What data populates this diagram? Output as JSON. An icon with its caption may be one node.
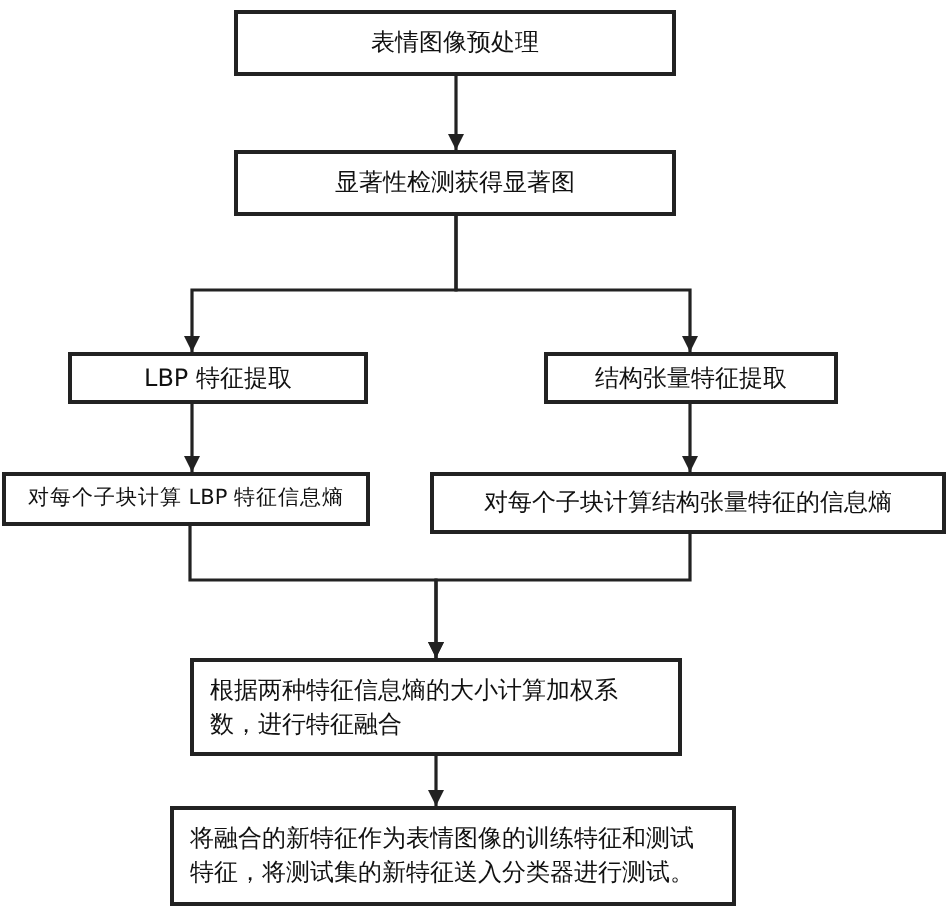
{
  "diagram": {
    "nodes": [
      {
        "text": [
          "表情图像预处理"
        ]
      },
      {
        "text": [
          "显著性检测获得显著图"
        ]
      },
      {
        "text": [
          "LBP 特征提取"
        ]
      },
      {
        "text": [
          "结构张量特征提取"
        ]
      },
      {
        "text": [
          "对每个子块计算 LBP 特征信息熵"
        ]
      },
      {
        "text": [
          "对每个子块计算结构张量特征的信息熵"
        ]
      },
      {
        "text": [
          "根据两种特征信息熵的大小计算加权系数，进行特征融合"
        ]
      },
      {
        "text": [
          "将融合的新特征作为表情图像的训练特征和测试特征，将测试集的新特征送入分类器进行测试。"
        ]
      }
    ],
    "edges": [
      {
        "from": 0,
        "to": 1,
        "arrow": "to"
      },
      {
        "from": 1,
        "to": 2,
        "arrow": "to"
      },
      {
        "from": 1,
        "to": 3,
        "arrow": "to"
      },
      {
        "from": 2,
        "to": 4,
        "arrow": "to"
      },
      {
        "from": 3,
        "to": 5,
        "arrow": "to"
      },
      {
        "from": 4,
        "to": 6,
        "arrow": "to"
      },
      {
        "from": 5,
        "to": 6,
        "arrow": "to"
      },
      {
        "from": 6,
        "to": 7,
        "arrow": "to"
      }
    ]
  }
}
